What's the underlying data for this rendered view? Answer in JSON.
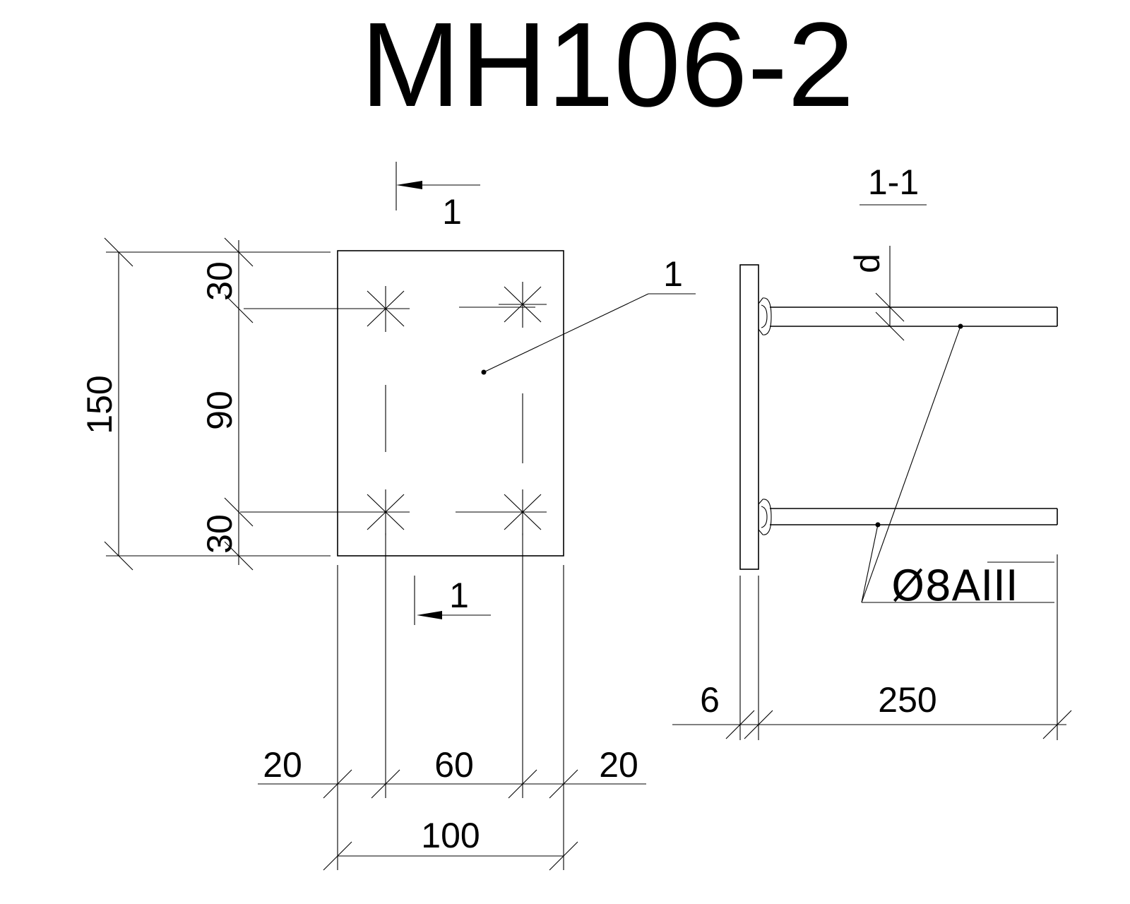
{
  "title": "MH106-2",
  "section_label": "1-1",
  "section_marks": {
    "top": "1",
    "bottom": "1"
  },
  "leader_label": "1",
  "rod_label": "d",
  "rod_spec": "Ø8АIII",
  "dimensions": {
    "height_total": "150",
    "height_top": "30",
    "height_middle": "90",
    "height_bottom": "30",
    "width_left": "20",
    "width_middle": "60",
    "width_right": "20",
    "width_total": "100",
    "plate_thickness": "6",
    "rod_length": "250"
  }
}
